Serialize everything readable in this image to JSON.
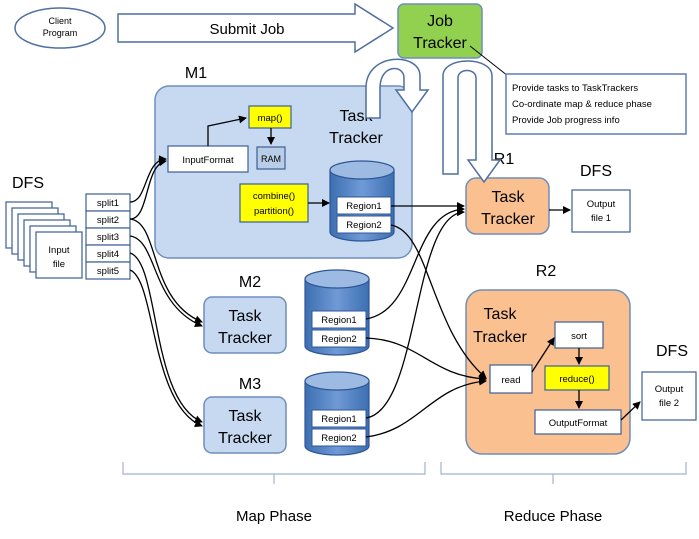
{
  "client_program": [
    "Client",
    "Program"
  ],
  "submit_job": "Submit Job",
  "job_tracker": [
    "Job",
    "Tracker"
  ],
  "info_box": [
    "Provide tasks to TaskTrackers",
    "Co-ordinate map & reduce phase",
    "Provide Job progress info"
  ],
  "dfs_labels": {
    "left": "DFS",
    "r1": "DFS",
    "r2": "DFS"
  },
  "input_file": [
    "Input",
    "file"
  ],
  "splits": [
    "split1",
    "split2",
    "split3",
    "split4",
    "split5"
  ],
  "m1": {
    "label": "M1",
    "task_tracker": [
      "Task",
      "Tracker"
    ],
    "input_format": "InputFormat",
    "map": "map()",
    "ram": "RAM",
    "combine": "combine()",
    "partition": "partition()",
    "regions": [
      "Region1",
      "Region2"
    ]
  },
  "m2": {
    "label": "M2",
    "task_tracker": [
      "Task",
      "Tracker"
    ],
    "regions": [
      "Region1",
      "Region2"
    ]
  },
  "m3": {
    "label": "M3",
    "task_tracker": [
      "Task",
      "Tracker"
    ],
    "regions": [
      "Region1",
      "Region2"
    ]
  },
  "r1": {
    "label": "R1",
    "task_tracker": [
      "Task",
      "Tracker"
    ],
    "output": [
      "Output",
      "file 1"
    ]
  },
  "r2": {
    "label": "R2",
    "task_tracker": [
      "Task",
      "Tracker"
    ],
    "read": "read",
    "sort": "sort",
    "reduce": "reduce()",
    "output_format": "OutputFormat",
    "output": [
      "Output",
      "file 2"
    ]
  },
  "phases": {
    "map": "Map Phase",
    "reduce": "Reduce Phase"
  },
  "colors": {
    "tracker_blue": "#c6d9f1",
    "tracker_border": "#6f8ebc",
    "cylinder_blue": "#4f81bd",
    "cylinder_top": "#9dbbe2",
    "job_tracker_green": "#92d050",
    "reduce_orange": "#fac090",
    "highlight_yellow": "#ffff00"
  }
}
